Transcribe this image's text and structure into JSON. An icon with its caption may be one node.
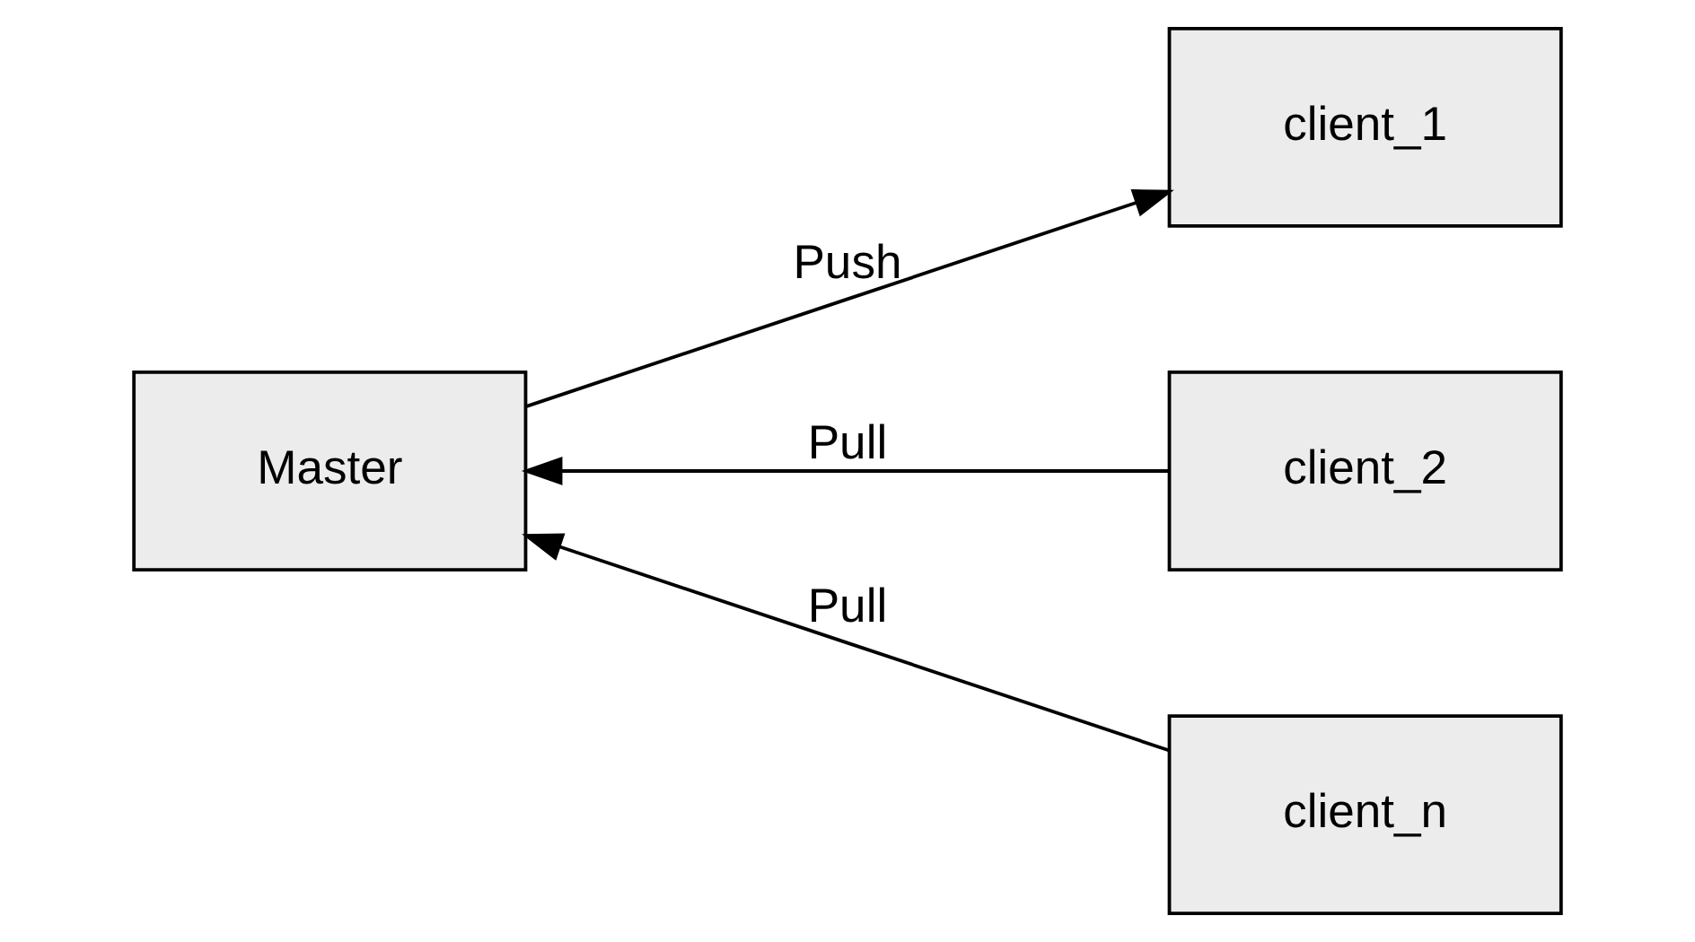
{
  "diagram": {
    "nodes": [
      {
        "text": [
          "Master"
        ]
      },
      {
        "text": [
          "client_1"
        ]
      },
      {
        "text": [
          "client_2"
        ]
      },
      {
        "text": [
          "client_n"
        ]
      }
    ],
    "edges": [
      {
        "from": 0,
        "to": 1,
        "arrow": "to",
        "label": "Push"
      },
      {
        "from": 2,
        "to": 0,
        "arrow": "to",
        "label": "Pull"
      },
      {
        "from": 3,
        "to": 0,
        "arrow": "to",
        "label": "Pull"
      }
    ]
  }
}
